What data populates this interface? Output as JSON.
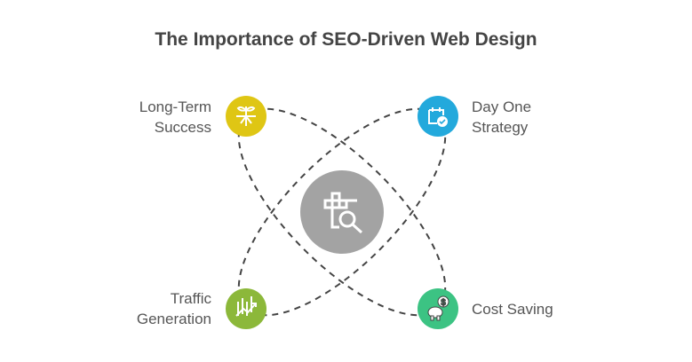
{
  "title": "The Importance of SEO-Driven Web Design",
  "center": {
    "icon": "seo-search-icon",
    "color": "#a3a3a3"
  },
  "nodes": [
    {
      "lines": [
        "Long-Term",
        "Success"
      ],
      "icon": "sprout-roots-icon",
      "color": "#dfc614"
    },
    {
      "lines": [
        "Day One",
        "Strategy"
      ],
      "icon": "calendar-check-icon",
      "color": "#23a9dc"
    },
    {
      "lines": [
        "Traffic",
        "Generation"
      ],
      "icon": "growth-chart-icon",
      "color": "#8cb83a"
    },
    {
      "lines": [
        "Cost Saving"
      ],
      "icon": "piggy-bank-icon",
      "color": "#3cc383"
    }
  ],
  "connector_color": "#444444"
}
